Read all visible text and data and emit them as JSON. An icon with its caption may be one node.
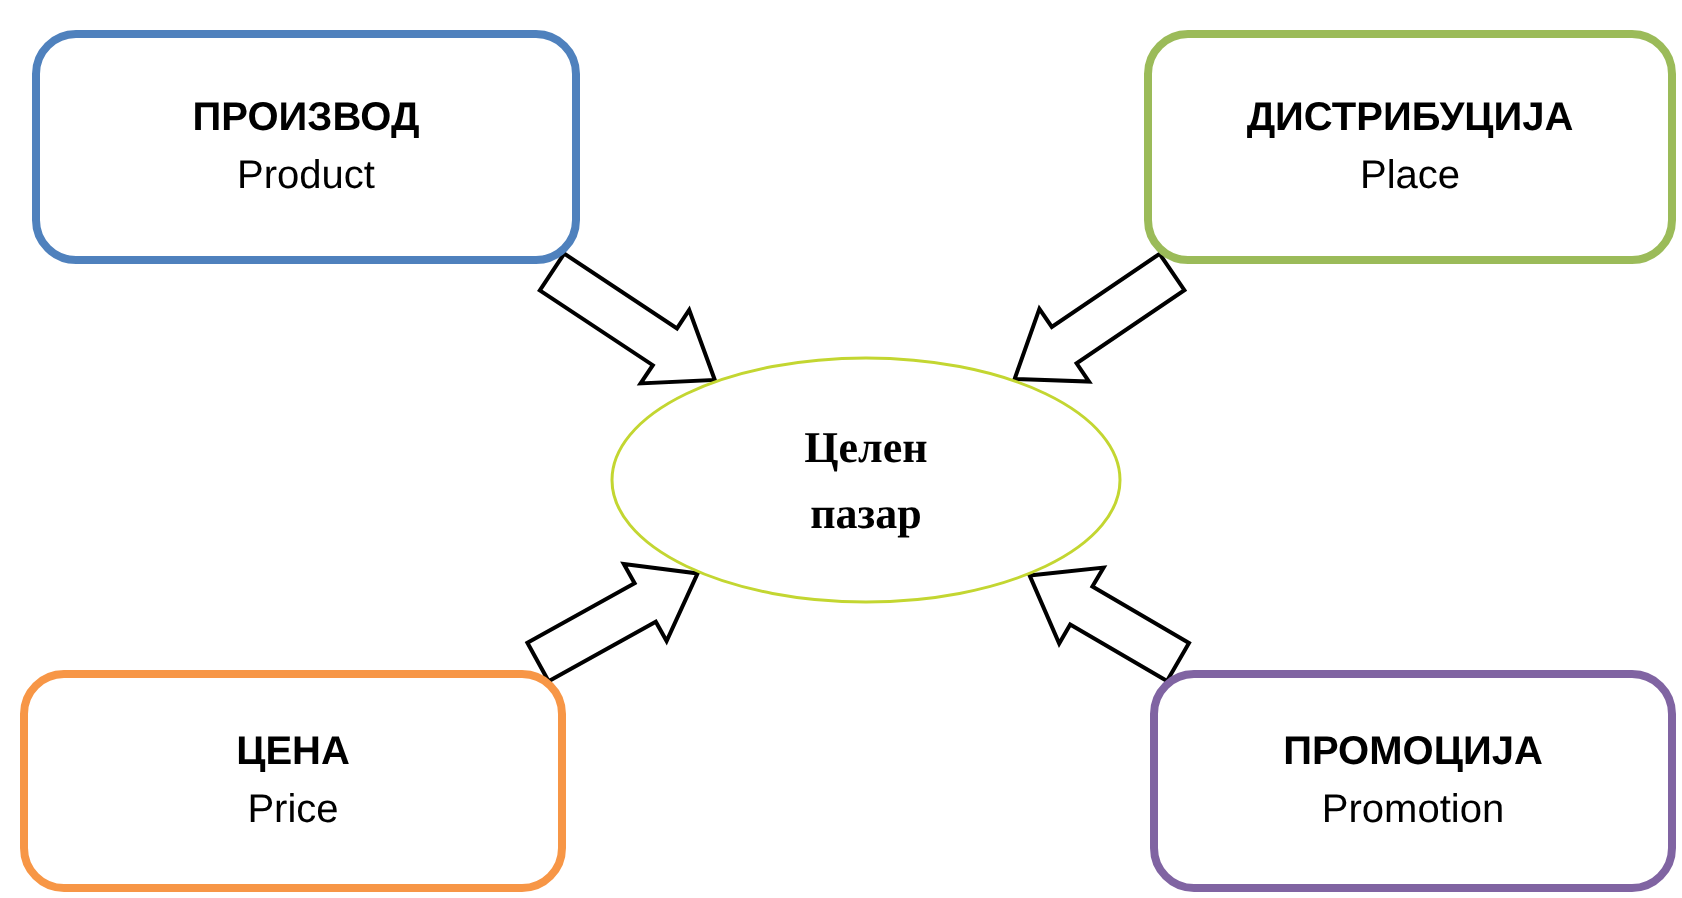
{
  "diagram": {
    "nodes": [
      {
        "text": [
          "ПРОИЗВОД",
          "Product"
        ]
      },
      {
        "text": [
          "ДИСТРИБУЦИЈА",
          "Place"
        ]
      },
      {
        "text": [
          "Целен пазар"
        ]
      },
      {
        "text": [
          "ЦЕНА",
          "Price"
        ]
      },
      {
        "text": [
          "ПРОМОЦИЈА",
          "Promotion"
        ]
      }
    ],
    "edges": [
      {
        "from": 0,
        "to": 2,
        "arrow": "to"
      },
      {
        "from": 1,
        "to": 2,
        "arrow": "to"
      },
      {
        "from": 3,
        "to": 2,
        "arrow": "to"
      },
      {
        "from": 4,
        "to": 2,
        "arrow": "to"
      }
    ]
  }
}
